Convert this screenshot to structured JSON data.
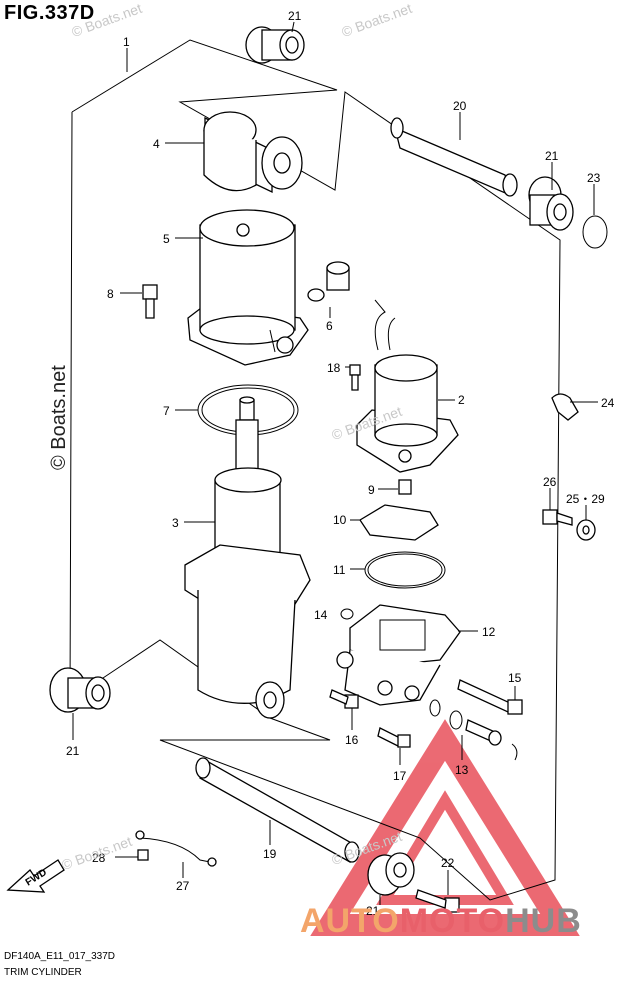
{
  "figure": {
    "title": "FIG.337D",
    "model_code": "DF140A_E11_017_337D",
    "caption": "TRIM CYLINDER"
  },
  "watermarks": {
    "text": "© Boats.net"
  },
  "brand": {
    "part1": "AUTO",
    "part2": "MOTO",
    "part3": "HUB"
  },
  "callouts": [
    {
      "id": "c21a",
      "label": "21"
    },
    {
      "id": "c1",
      "label": "1"
    },
    {
      "id": "c4",
      "label": "4"
    },
    {
      "id": "c20",
      "label": "20"
    },
    {
      "id": "c21b",
      "label": "21"
    },
    {
      "id": "c23",
      "label": "23"
    },
    {
      "id": "c5",
      "label": "5"
    },
    {
      "id": "c8",
      "label": "8"
    },
    {
      "id": "c6",
      "label": "6"
    },
    {
      "id": "c18",
      "label": "18"
    },
    {
      "id": "c2",
      "label": "2"
    },
    {
      "id": "c24",
      "label": "24"
    },
    {
      "id": "c7",
      "label": "7"
    },
    {
      "id": "c9",
      "label": "9"
    },
    {
      "id": "c26",
      "label": "26"
    },
    {
      "id": "c2529",
      "label": "25・29"
    },
    {
      "id": "c3",
      "label": "3"
    },
    {
      "id": "c10",
      "label": "10"
    },
    {
      "id": "c11",
      "label": "11"
    },
    {
      "id": "c14",
      "label": "14"
    },
    {
      "id": "c12",
      "label": "12"
    },
    {
      "id": "c15",
      "label": "15"
    },
    {
      "id": "c21c",
      "label": "21"
    },
    {
      "id": "c16",
      "label": "16"
    },
    {
      "id": "c13",
      "label": "13"
    },
    {
      "id": "c17",
      "label": "17"
    },
    {
      "id": "c19",
      "label": "19"
    },
    {
      "id": "c28",
      "label": "28"
    },
    {
      "id": "c27",
      "label": "27"
    },
    {
      "id": "c22",
      "label": "22"
    },
    {
      "id": "c21d",
      "label": "21"
    }
  ],
  "fwd_label": "FWD",
  "colors": {
    "line": "#000000",
    "watermark": "#c8c8c8",
    "brand_red": "#e8505a",
    "brand_orange": "#f3a56a",
    "brand_gray": "#8c8c8c"
  }
}
